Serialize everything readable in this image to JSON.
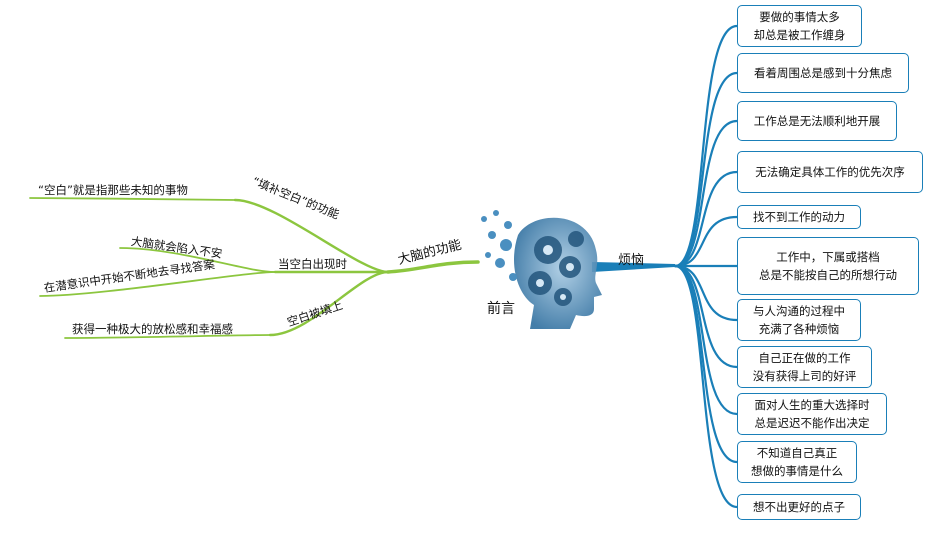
{
  "center": {
    "label": "前言"
  },
  "right": {
    "label": "烦恼",
    "items": [
      [
        "要做的事情太多",
        "却总是被工作缠身"
      ],
      [
        "看着周围总是感到十分焦虑"
      ],
      [
        "工作总是无法顺利地开展"
      ],
      [
        "无法确定具体工作的优先次序"
      ],
      [
        "找不到工作的动力"
      ],
      [
        "工作中，下属或搭档",
        "总是不能按自己的所想行动"
      ],
      [
        "与人沟通的过程中",
        "充满了各种烦恼"
      ],
      [
        "自己正在做的工作",
        "没有获得上司的好评"
      ],
      [
        "面对人生的重大选择时",
        "总是迟迟不能作出决定"
      ],
      [
        "不知道自己真正",
        "想做的事情是什么"
      ],
      [
        "想不出更好的点子"
      ]
    ]
  },
  "left": {
    "label": "大脑的功能",
    "groups": [
      {
        "label": "“填补空白”的功能",
        "children": [
          "“空白”就是指那些未知的事物"
        ]
      },
      {
        "label": "当空白出现时",
        "children": [
          "大脑就会陷入不安",
          "在潜意识中开始不断地去寻找答案"
        ]
      },
      {
        "label": "空白被填上",
        "children": [
          "获得一种极大的放松感和幸福感"
        ]
      }
    ]
  },
  "colors": {
    "right_branch": "#1a7fb8",
    "left_branch": "#8cc63f",
    "brain": "#3d7fb0"
  }
}
